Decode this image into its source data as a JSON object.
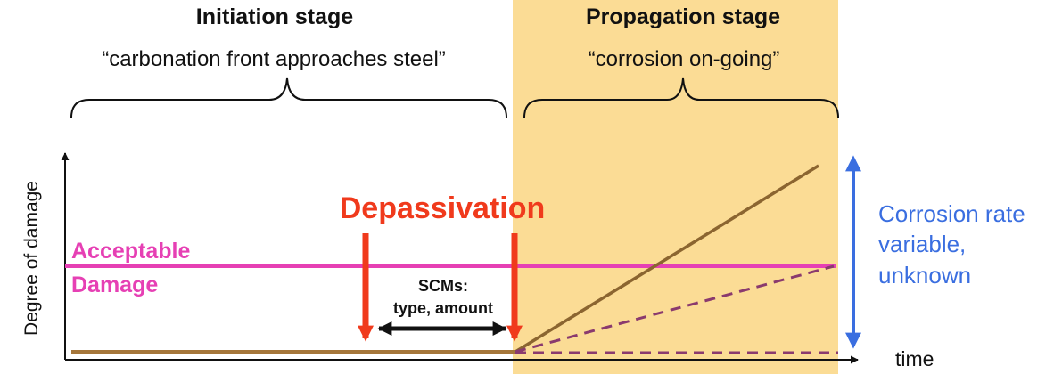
{
  "colors": {
    "propagation_bg": "#fbdc95",
    "baseline": "#a5763a",
    "damage_line": "#8b6530",
    "dashed_line": "#8a3a6e",
    "acceptable": "#e640b4",
    "depassivation": "#f03a1c",
    "rate_arrow": "#3a6ee0",
    "ink": "#111111"
  },
  "initiation": {
    "title": "Initiation stage",
    "quote": "“carbonation front  approaches steel”"
  },
  "propagation": {
    "title": "Propagation stage",
    "quote": "“corrosion on-going”"
  },
  "depassivation_label": "Depassivation",
  "acceptable": {
    "line1": "Acceptable",
    "line2": "Damage"
  },
  "scms": {
    "line1": "SCMs:",
    "line2": "type, amount"
  },
  "corrosion_rate": {
    "line1": "Corrosion rate",
    "line2": "variable,",
    "line3": "unknown"
  },
  "axes": {
    "ylabel": "Degree of damage",
    "xlabel": "time"
  }
}
